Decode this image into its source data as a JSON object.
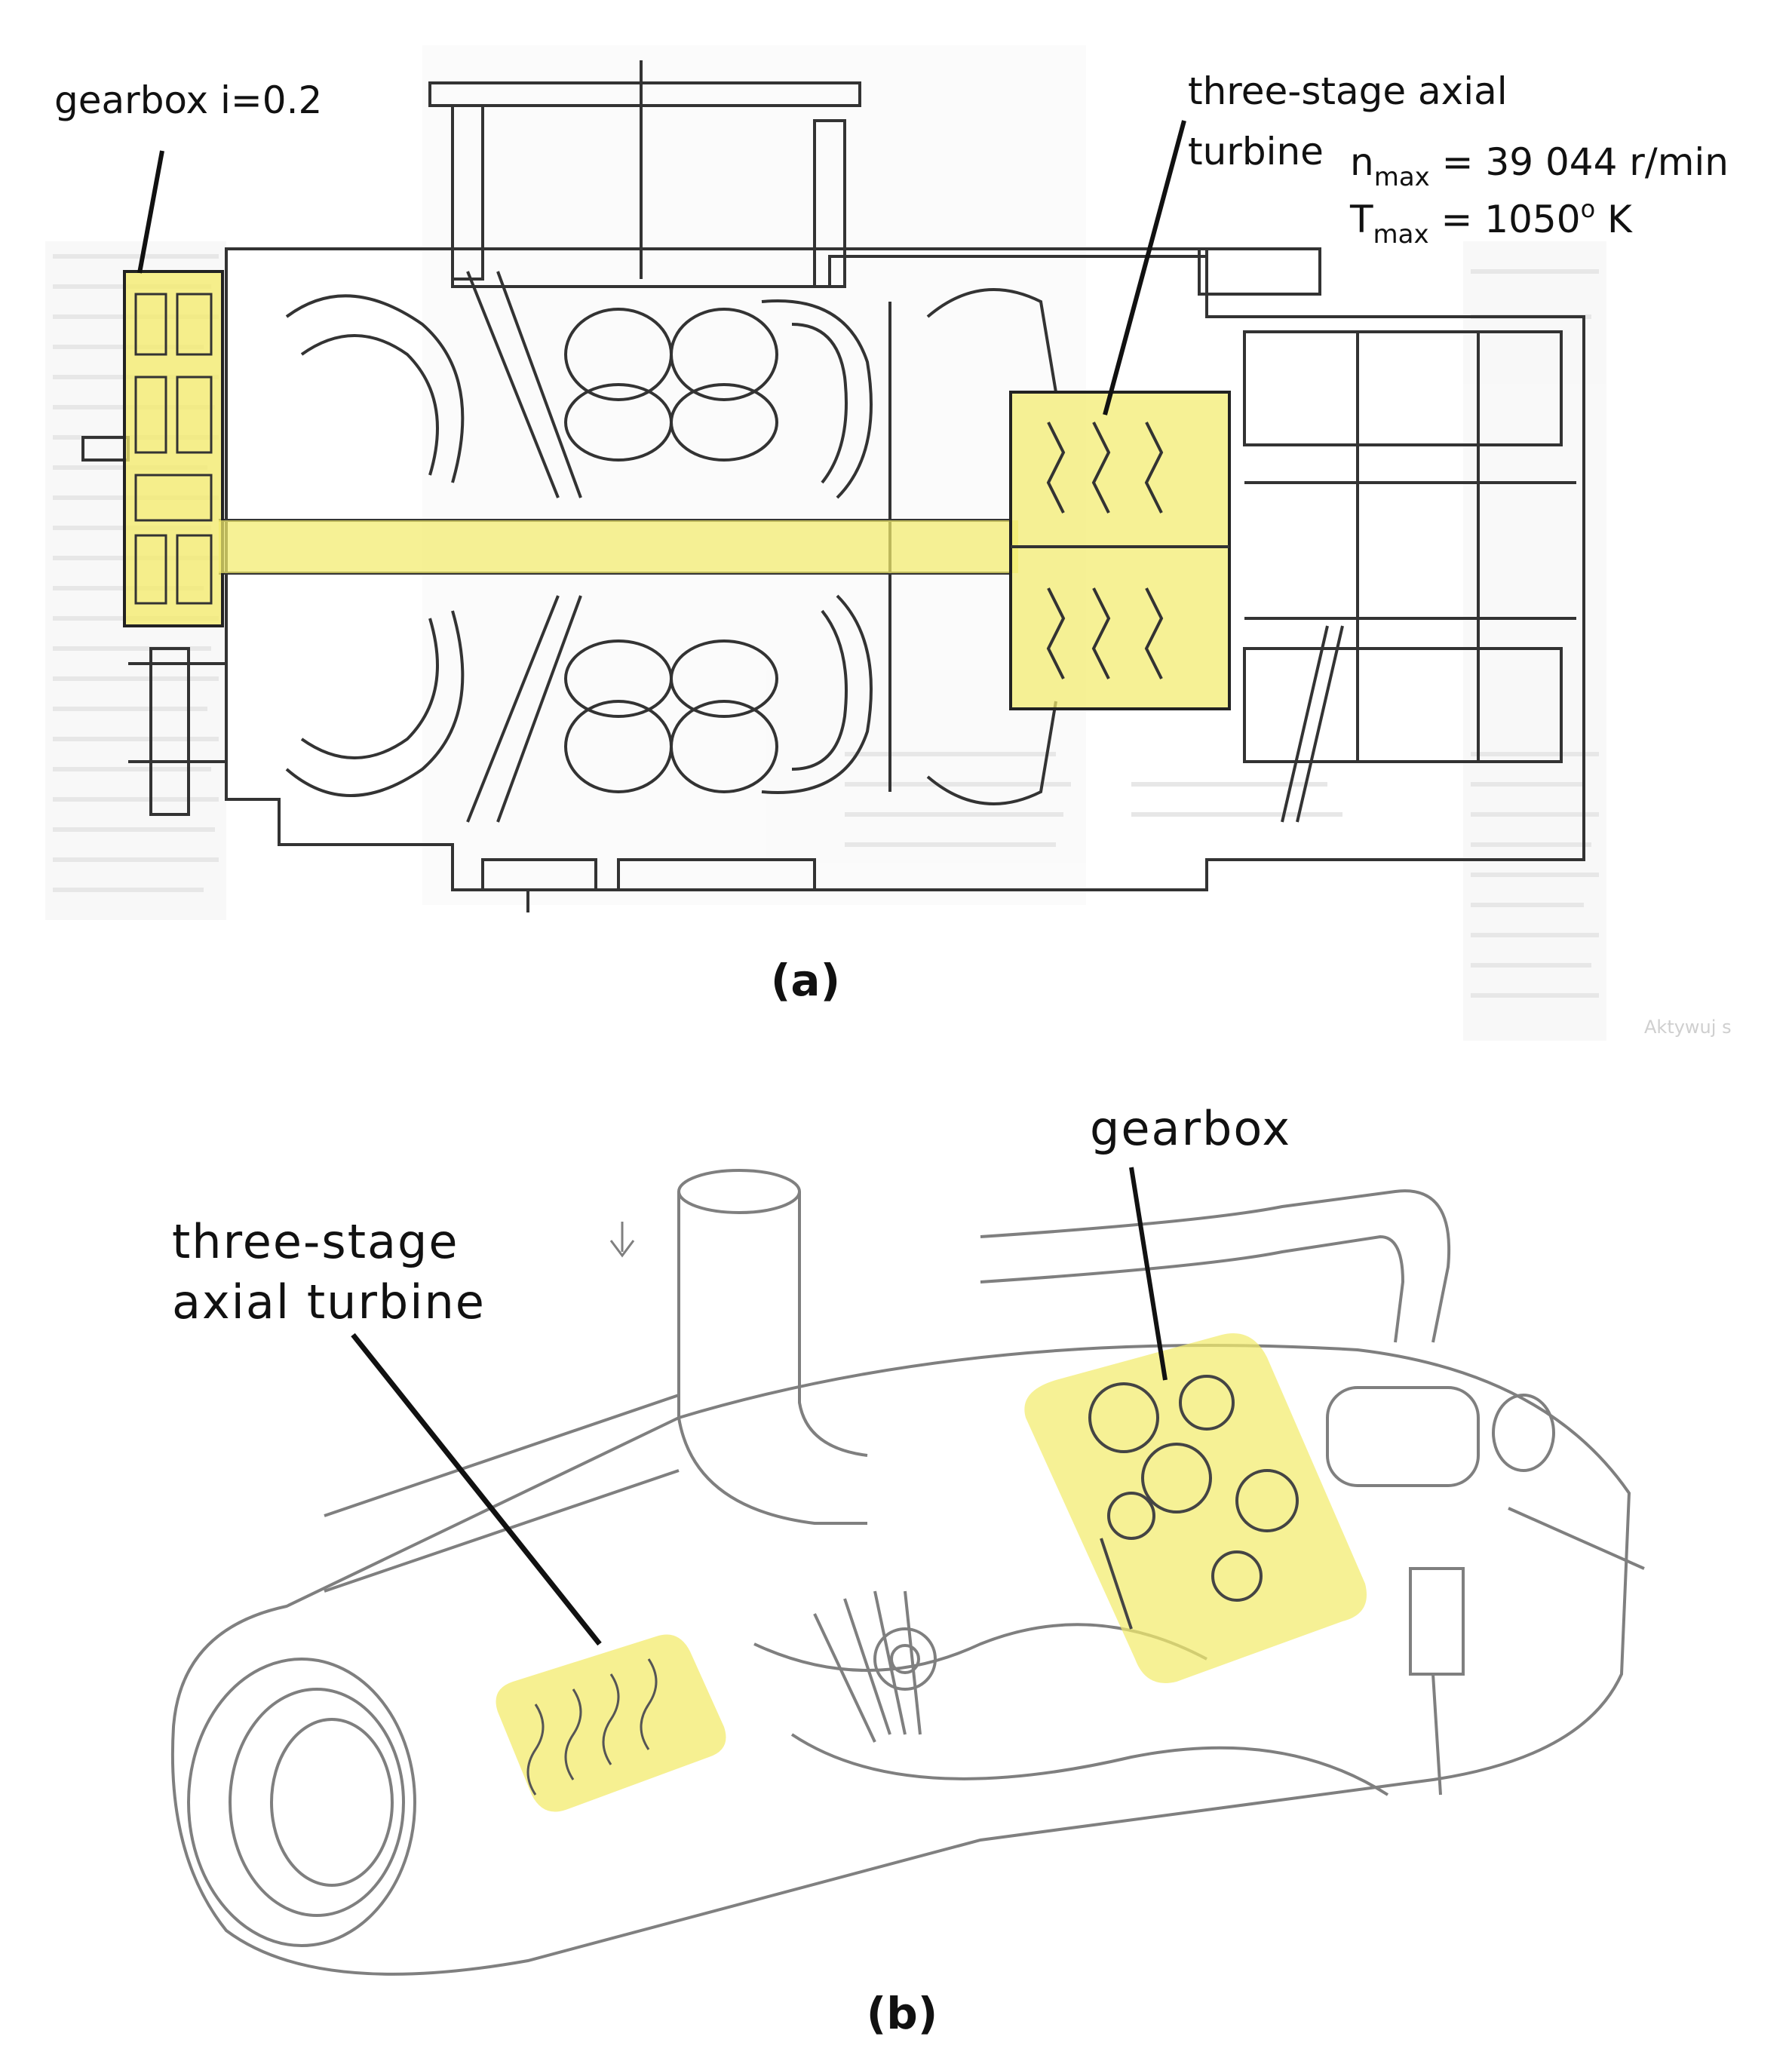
{
  "panel_a": {
    "gearbox_label": "gearbox i=0.2",
    "turbine_label_line1": "three-stage axial",
    "turbine_label_line2": "turbine",
    "spec_n_main": "n",
    "spec_n_sub": "max",
    "spec_n_value": " = 39 044 r/min",
    "spec_t_main": "T",
    "spec_t_sub": "max",
    "spec_t_value": " = 1050",
    "spec_t_sup": "o",
    "spec_t_unit": " K",
    "caption": "(a)",
    "watermark": "Aktywuj s"
  },
  "panel_b": {
    "gearbox_label": "gearbox",
    "turbine_label_line1": "three-stage",
    "turbine_label_line2": "axial turbine",
    "caption": "(b)"
  },
  "colors": {
    "highlight": "#f3eb6c",
    "line": "#1a1a1a",
    "drawing": "#333333",
    "faint": "#9a9a9a"
  }
}
